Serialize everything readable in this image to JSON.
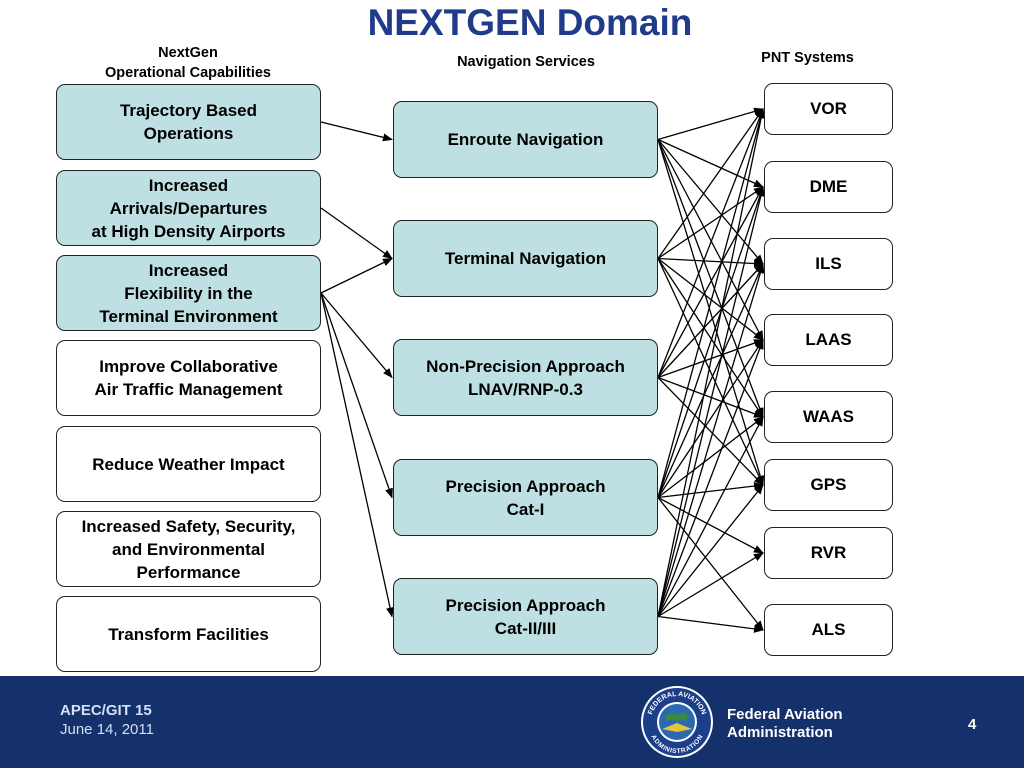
{
  "title": "NEXTGEN Domain",
  "headers": {
    "capabilities_line1": "NextGen",
    "capabilities_line2": "Operational Capabilities",
    "navigation": "Navigation Services",
    "pnt": "PNT Systems"
  },
  "capabilities": [
    {
      "lines": [
        "Trajectory Based",
        "Operations"
      ]
    },
    {
      "lines": [
        "Increased",
        "Arrivals/Departures",
        "at High Density Airports"
      ]
    },
    {
      "lines": [
        "Increased",
        "Flexibility in the",
        "Terminal Environment"
      ]
    },
    {
      "lines": [
        "Improve Collaborative",
        "Air Traffic Management"
      ]
    },
    {
      "lines": [
        "Reduce Weather Impact"
      ]
    },
    {
      "lines": [
        "Increased Safety, Security,",
        "and Environmental",
        "Performance"
      ]
    },
    {
      "lines": [
        "Transform Facilities"
      ]
    }
  ],
  "navigation_services": [
    {
      "lines": [
        "Enroute Navigation"
      ]
    },
    {
      "lines": [
        "Terminal Navigation"
      ]
    },
    {
      "lines": [
        "Non-Precision Approach",
        "LNAV/RNP-0.3"
      ]
    },
    {
      "lines": [
        "Precision Approach",
        "Cat-I"
      ]
    },
    {
      "lines": [
        "Precision Approach",
        "Cat-II/III"
      ]
    }
  ],
  "pnt_systems": [
    "VOR",
    "DME",
    "ILS",
    "LAAS",
    "WAAS",
    "GPS",
    "RVR",
    "ALS"
  ],
  "capability_links": [
    [
      0,
      0
    ],
    [
      1,
      1
    ],
    [
      2,
      1
    ],
    [
      2,
      2
    ],
    [
      2,
      3
    ],
    [
      2,
      4
    ]
  ],
  "nav_pnt_links": [
    [
      0,
      0
    ],
    [
      0,
      1
    ],
    [
      0,
      2
    ],
    [
      0,
      3
    ],
    [
      0,
      4
    ],
    [
      0,
      5
    ],
    [
      1,
      0
    ],
    [
      1,
      1
    ],
    [
      1,
      2
    ],
    [
      1,
      3
    ],
    [
      1,
      4
    ],
    [
      1,
      5
    ],
    [
      2,
      0
    ],
    [
      2,
      1
    ],
    [
      2,
      2
    ],
    [
      2,
      3
    ],
    [
      2,
      4
    ],
    [
      2,
      5
    ],
    [
      3,
      0
    ],
    [
      3,
      1
    ],
    [
      3,
      2
    ],
    [
      3,
      3
    ],
    [
      3,
      4
    ],
    [
      3,
      5
    ],
    [
      3,
      6
    ],
    [
      3,
      7
    ],
    [
      4,
      0
    ],
    [
      4,
      1
    ],
    [
      4,
      2
    ],
    [
      4,
      3
    ],
    [
      4,
      4
    ],
    [
      4,
      5
    ],
    [
      4,
      6
    ],
    [
      4,
      7
    ]
  ],
  "footer": {
    "meeting": "APEC/GIT 15",
    "date": "June 14, 2011",
    "agency_line1": "Federal Aviation",
    "agency_line2": "Administration",
    "seal_text_top": "FEDERAL AVIATION",
    "seal_text_bottom": "ADMINISTRATION",
    "page": "4"
  },
  "colors": {
    "title": "#1f3b8a",
    "teal_box": "#bfe0e3",
    "footer_bg": "#15316b"
  }
}
